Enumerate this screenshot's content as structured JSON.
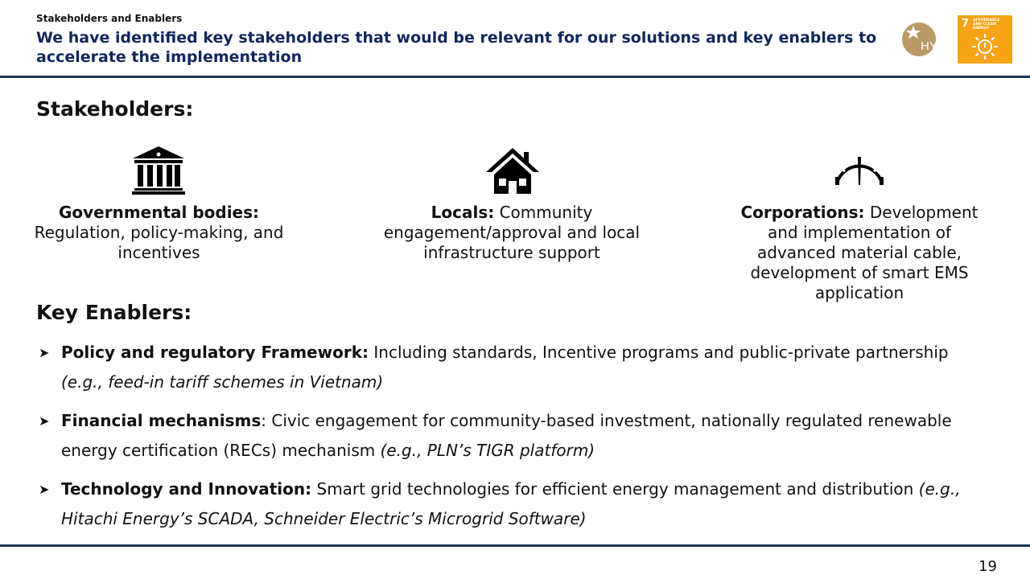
{
  "header": {
    "kicker": "Stakeholders and Enablers",
    "title": "We have identified key stakeholders that would be relevant for our solutions and key enablers to accelerate the implementation"
  },
  "logos": {
    "hyli_text": "HYLI",
    "sdg_number": "7",
    "sdg_label": "AFFORDABLE AND CLEAN ENERGY",
    "sdg_color": "#f6a316"
  },
  "stakeholders": {
    "heading": "Stakeholders:",
    "items": [
      {
        "icon": "government-building-icon",
        "label": "Governmental bodies:",
        "desc": "Regulation, policy-making, and incentives"
      },
      {
        "icon": "house-icon",
        "label": "Locals:",
        "desc": "Community engagement/approval and local infrastructure support"
      },
      {
        "icon": "gauge-icon",
        "label": "Corporations:",
        "desc": "Development and implementation of advanced material cable, development of smart EMS application"
      }
    ]
  },
  "enablers": {
    "heading": "Key Enablers:",
    "items": [
      {
        "label": "Policy and regulatory Framework:",
        "text": " Including standards, Incentive programs and public-private partnership ",
        "example": "(e.g., feed-in tariff schemes in Vietnam)"
      },
      {
        "label": "Financial mechanisms",
        "text": ": Civic engagement for community-based investment, nationally regulated renewable energy certification (RECs) mechanism ",
        "example": "(e.g., PLN’s TIGR platform)"
      },
      {
        "label": "Technology and Innovation:",
        "text": " Smart grid technologies for efficient energy management and distribution ",
        "example": "(e.g., Hitachi Energy’s SCADA, Schneider Electric’s Microgrid Software)"
      }
    ]
  },
  "footer": {
    "page_number": "19"
  },
  "colors": {
    "title": "#10275c",
    "rule": "#1f3557"
  }
}
